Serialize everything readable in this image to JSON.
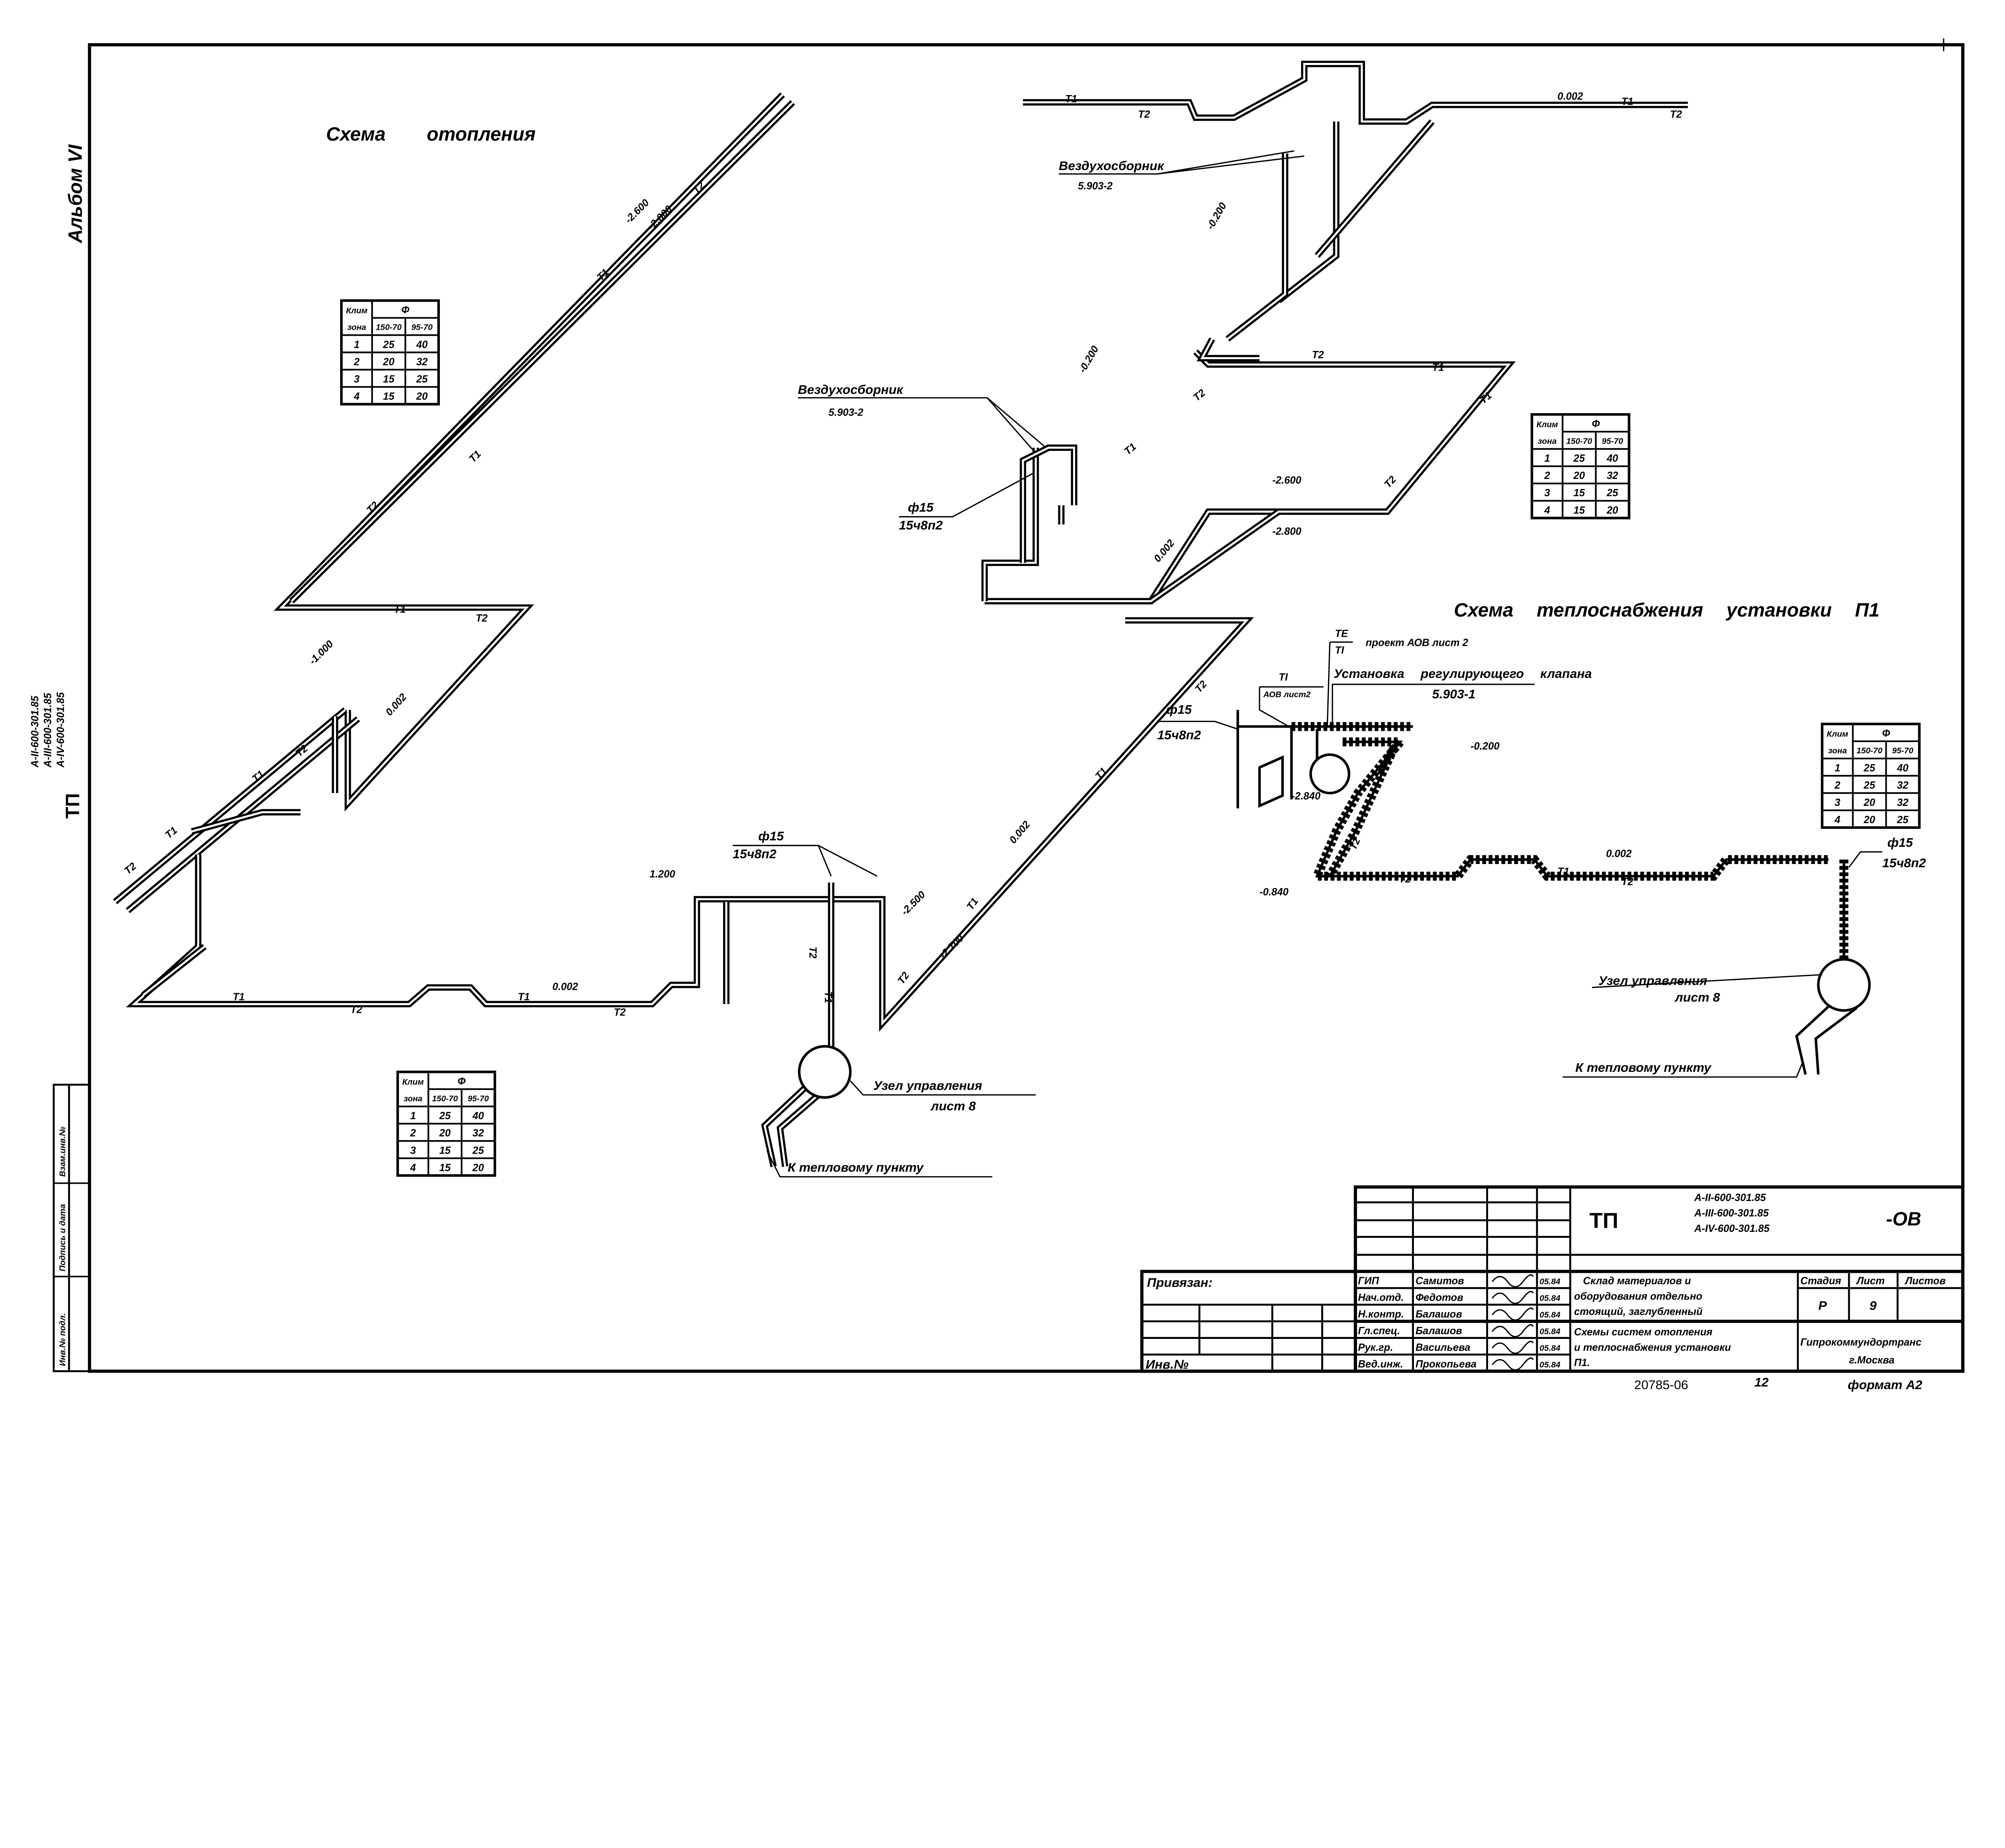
{
  "album": "Альбом VI",
  "side_stamp": {
    "tp": "ТП",
    "codes": [
      "А-II-600-301.85",
      "А-III-600-301.85",
      "А-IV-600-301.85"
    ]
  },
  "margin_box": {
    "inv_orig": "Инв.№ подл.",
    "sign_date": "Подпись и дата",
    "replace_inv": "Взам.инв.№"
  },
  "heating_scheme": {
    "title": "Схема отопления",
    "air_collector_1": {
      "name": "Вездухосборник",
      "code": "5.903-2"
    },
    "air_collector_2": {
      "name": "Вездухосборник",
      "code": "5.903-2"
    },
    "valve_1": {
      "dia": "ф15",
      "code": "15ч8п2"
    },
    "valve_2": {
      "dia": "ф15",
      "code": "15ч8п2"
    },
    "control_unit": {
      "name": "Узел управления",
      "sheet": "лист 8"
    },
    "to_heat_point": "К тепловому пункту",
    "labels": [
      "Т1",
      "Т2",
      "Т1",
      "Т2",
      "Т1",
      "Т2",
      "Т1",
      "Т2",
      "Т1",
      "Т2",
      "Т1",
      "Т2",
      "Т1",
      "Т2",
      "Т2",
      "Т1",
      "Т2",
      "Т1",
      "Т1",
      "Т2",
      "Т1",
      "Т2",
      "Т2",
      "Т1",
      "Т1",
      "Т2",
      "Т1",
      "Т2",
      "Т1",
      "Т2"
    ],
    "elevations": [
      "-2.600",
      "-2.800",
      "-1.000",
      "0.002",
      "0.002",
      "1.200",
      "-2.500",
      "-2.700",
      "0.002",
      "0.002",
      "-2.600",
      "-2.800",
      "-0.200",
      "-0.200",
      "0.002"
    ]
  },
  "supply_scheme": {
    "title": "Схема теплоснабжения установки П1",
    "te_label": "ТЕ",
    "ti_label": "ТI",
    "aov_project": "проект АОВ лист 2",
    "ti_label_2": "ТI",
    "aov_sheet": "АОВ лист2",
    "valve_install": "Установка регулирующего клапана",
    "valve_install_code": "5.903-1",
    "valve": {
      "dia": "ф15",
      "code": "15ч8п2"
    },
    "valve_2": {
      "dia": "ф15",
      "code": "15ч8п2"
    },
    "elevations": [
      "-0.200",
      "-2.840",
      "-0.840",
      "0.002"
    ],
    "labels": [
      "Т2",
      "Т1",
      "Т2",
      "Т2"
    ],
    "control_unit": {
      "name": "Узел управления",
      "sheet": "лист 8"
    },
    "to_heat_point": "К тепловому пункту"
  },
  "zone_tables": [
    {
      "h1": "Клим",
      "h2": "зона",
      "phi": "Ф",
      "c1": "150-70",
      "c2": "95-70",
      "rows": [
        [
          "1",
          "25",
          "40"
        ],
        [
          "2",
          "20",
          "32"
        ],
        [
          "3",
          "15",
          "25"
        ],
        [
          "4",
          "15",
          "20"
        ]
      ]
    },
    {
      "h1": "Клим",
      "h2": "зона",
      "phi": "Ф",
      "c1": "150-70",
      "c2": "95-70",
      "rows": [
        [
          "1",
          "25",
          "40"
        ],
        [
          "2",
          "20",
          "32"
        ],
        [
          "3",
          "15",
          "25"
        ],
        [
          "4",
          "15",
          "20"
        ]
      ]
    },
    {
      "h1": "Клим",
      "h2": "зона",
      "phi": "Ф",
      "c1": "150-70",
      "c2": "95-70",
      "rows": [
        [
          "1",
          "25",
          "40"
        ],
        [
          "2",
          "25",
          "32"
        ],
        [
          "3",
          "20",
          "32"
        ],
        [
          "4",
          "20",
          "25"
        ]
      ]
    },
    {
      "h1": "Клим",
      "h2": "зона",
      "phi": "Ф",
      "c1": "150-70",
      "c2": "95-70",
      "rows": [
        [
          "1",
          "25",
          "40"
        ],
        [
          "2",
          "20",
          "32"
        ],
        [
          "3",
          "15",
          "25"
        ],
        [
          "4",
          "15",
          "20"
        ]
      ]
    }
  ],
  "title_block": {
    "tp": "ТП",
    "codes": [
      "А-II-600-301.85",
      "А-III-600-301.85",
      "А-IV-600-301.85"
    ],
    "suffix": "-ОВ",
    "bound": "Привязан:",
    "inv_no": "Инв.№",
    "staff": [
      {
        "role": "ГИП",
        "name": "Самитов",
        "date": "05.84"
      },
      {
        "role": "Нач.отд.",
        "name": "Федотов",
        "date": "05.84"
      },
      {
        "role": "Н.контр.",
        "name": "Балашов",
        "date": "05.84"
      },
      {
        "role": "Гл.спец.",
        "name": "Балашов",
        "date": "05.84"
      },
      {
        "role": "Рук.гр.",
        "name": "Васильева",
        "date": "05.84"
      },
      {
        "role": "Вед.инж.",
        "name": "Прокопьева",
        "date": "05.84"
      }
    ],
    "object_name": [
      "Склад материалов и",
      "оборудования отдельно",
      "стоящий, заглубленный"
    ],
    "sheet_name": [
      "Схемы систем отопления",
      "и теплоснабжения установки",
      "П1."
    ],
    "stage_h": "Стадия",
    "sheet_h": "Лист",
    "sheets_h": "Листов",
    "stage": "Р",
    "sheet": "9",
    "org": [
      "Гипрокоммундортранс",
      "г.Москва"
    ]
  },
  "footer": {
    "number": "20785-06",
    "page": "12",
    "format": "формат А2"
  }
}
